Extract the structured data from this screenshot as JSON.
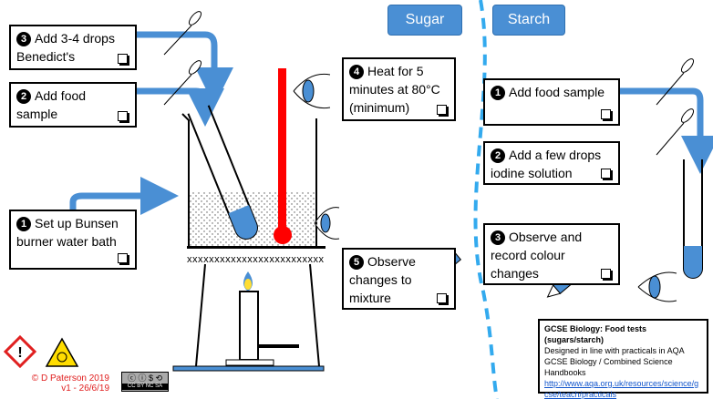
{
  "labels": {
    "sugar": "Sugar",
    "starch": "Starch"
  },
  "sugar_steps": [
    {
      "num": "3",
      "text": "Add 3-4 drops Benedict's"
    },
    {
      "num": "2",
      "text": "Add food sample"
    },
    {
      "num": "1",
      "text": "Set up Bunsen burner water bath"
    },
    {
      "num": "4",
      "text": "Heat for 5 minutes at 80°C (minimum)"
    },
    {
      "num": "5",
      "text": "Observe changes to mixture"
    }
  ],
  "starch_steps": [
    {
      "num": "1",
      "text": "Add food sample"
    },
    {
      "num": "2",
      "text": "Add a few drops iodine solution"
    },
    {
      "num": "3",
      "text": "Observe and record colour changes"
    }
  ],
  "gauze_text": "xxxxxxxxxxxxxxxxxxxxxxxxx",
  "info": {
    "title": "GCSE Biology: Food tests (sugars/starch)",
    "body": "Designed in line with practicals in AQA GCSE Biology / Combined Science Handbooks",
    "link": "http://www.aqa.org.uk/resources/science/gcse/teach/practicals"
  },
  "credit": {
    "author": "© D Paterson 2019",
    "version": "v1 -  26/6/19",
    "license": "CC BY NC SA"
  },
  "colors": {
    "accent": "#4a8fd4",
    "thermometer": "#ff0000",
    "divider": "#33aaee",
    "hazard": "#e02020"
  },
  "icons": [
    "pipette-icon",
    "eye-icon",
    "pencil-icon",
    "hazard-icon",
    "biohazard-icon",
    "cc-license-icon",
    "checkbox-icon"
  ]
}
